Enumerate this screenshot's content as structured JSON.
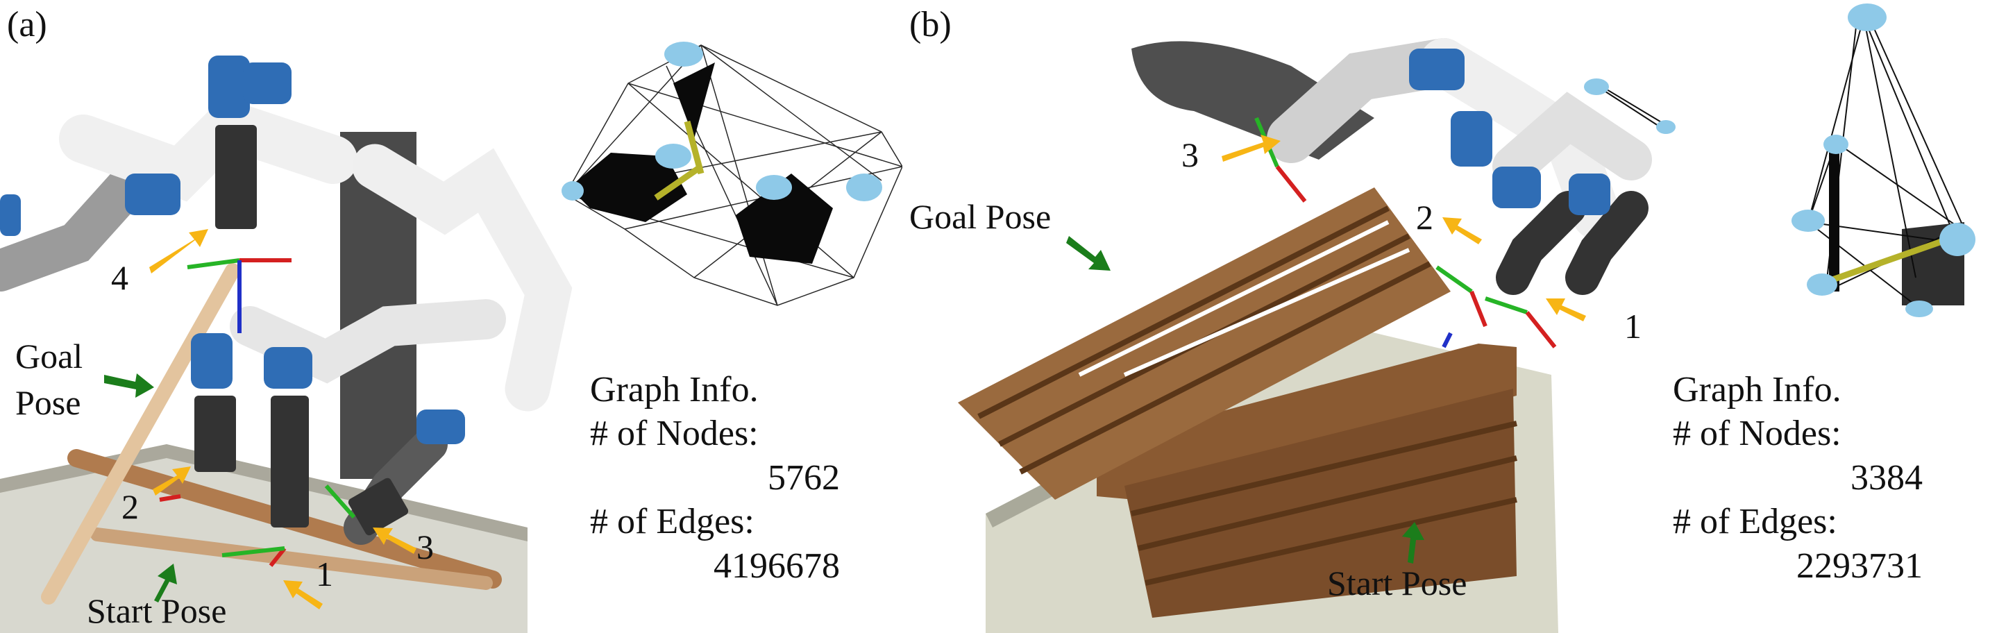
{
  "panel_a": {
    "label": "(a)",
    "waypoints": [
      "4",
      "2",
      "3",
      "1"
    ],
    "goal_label_line1": "Goal",
    "goal_label_line2": "Pose",
    "start_label": "Start Pose",
    "graph_info": {
      "title": "Graph Info.",
      "nodes_label": "# of Nodes:",
      "nodes_value": "5762",
      "edges_label": "# of Edges:",
      "edges_value": "4196678"
    }
  },
  "panel_b": {
    "label": "(b)",
    "waypoints": [
      "3",
      "2",
      "1"
    ],
    "goal_label": "Goal Pose",
    "start_label": "Start Pose",
    "graph_info": {
      "title": "Graph Info.",
      "nodes_label": "# of Nodes:",
      "nodes_value": "3384",
      "edges_label": "# of Edges:",
      "edges_value": "2293731"
    }
  },
  "colors": {
    "waypoint_arrow": "#f7b515",
    "pose_arrow": "#1b7d1b",
    "robot_blue": "#2f6db5",
    "robot_grey": "#4a4a4a",
    "robot_white": "#eeeeee",
    "wood": "#8a5a32",
    "table": "#c9c9bd",
    "graph_node": "#8ec9e8",
    "graph_path": "#b5b22a",
    "axis_x": "#d42020",
    "axis_y": "#26b426",
    "axis_z": "#2030c8"
  }
}
